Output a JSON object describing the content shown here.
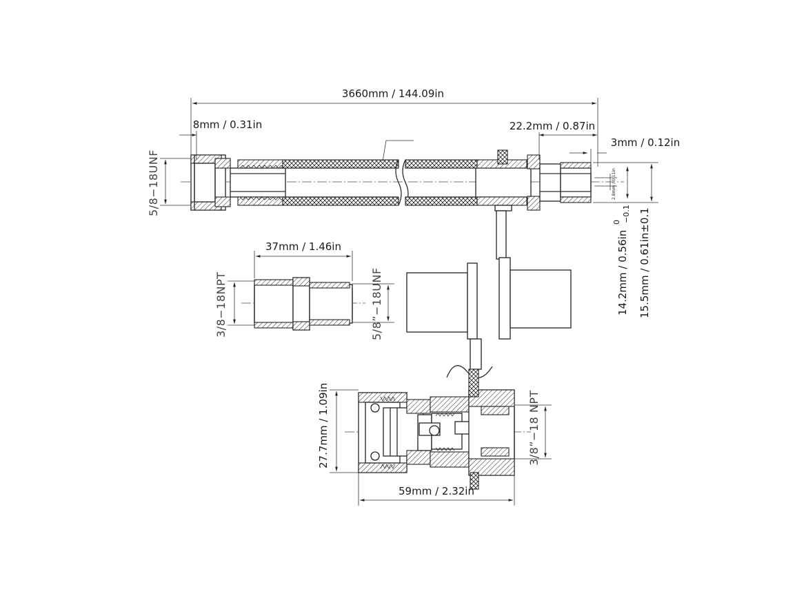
{
  "dimensions": {
    "overall_length": "3660mm / 144.09in",
    "nut_offset": "8mm / 0.31in",
    "fitting_length": "22.2mm / 0.87in",
    "tip_length": "3mm / 0.12in",
    "bore": "2.8mm / 0.11in",
    "tip_diameter": "14.2mm / 0.56in",
    "tip_tolerance_upper": "0",
    "tip_tolerance_lower": "−0.1",
    "outer_diameter": "15.5mm / 0.61in±0.1",
    "adapter_length": "37mm / 1.46in",
    "coupler_height": "27.7mm / 1.09in",
    "coupler_length": "59mm / 2.32in"
  },
  "threads": {
    "hose_nut": "5/8−18UNF",
    "adapter_left": "3/8−18NPT",
    "adapter_right": "5/8”−18UNF",
    "coupler": "3/8”−18 NPT"
  }
}
